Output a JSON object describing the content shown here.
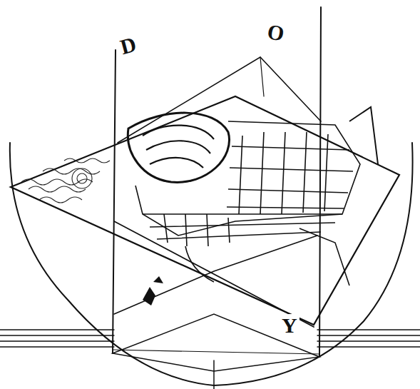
{
  "diagram": {
    "labels": [
      "D",
      "O",
      "Y"
    ]
  }
}
